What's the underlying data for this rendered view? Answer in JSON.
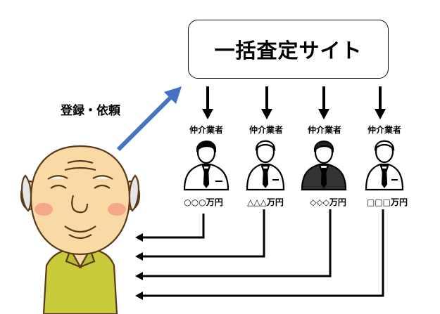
{
  "site": {
    "title": "一括査定サイト"
  },
  "registration_label": "登録・依頼",
  "brokers": [
    {
      "label": "仲介業者",
      "price": "○○○万円",
      "suit": "white"
    },
    {
      "label": "仲介業者",
      "price": "△△△万円",
      "suit": "white"
    },
    {
      "label": "仲介業者",
      "price": "◇◇◇万円",
      "suit": "black"
    },
    {
      "label": "仲介業者",
      "price": "□□□万円",
      "suit": "white"
    }
  ],
  "colors": {
    "registration_arrow": "#4472C4",
    "old_man_face": "#F9D9A4",
    "old_man_shirt": "#C9CB3A",
    "dark_suit": "#333333"
  },
  "icons": [
    "old-man-illustration",
    "broker-person-icon",
    "arrow-down-icon",
    "arrow-left-icon"
  ]
}
